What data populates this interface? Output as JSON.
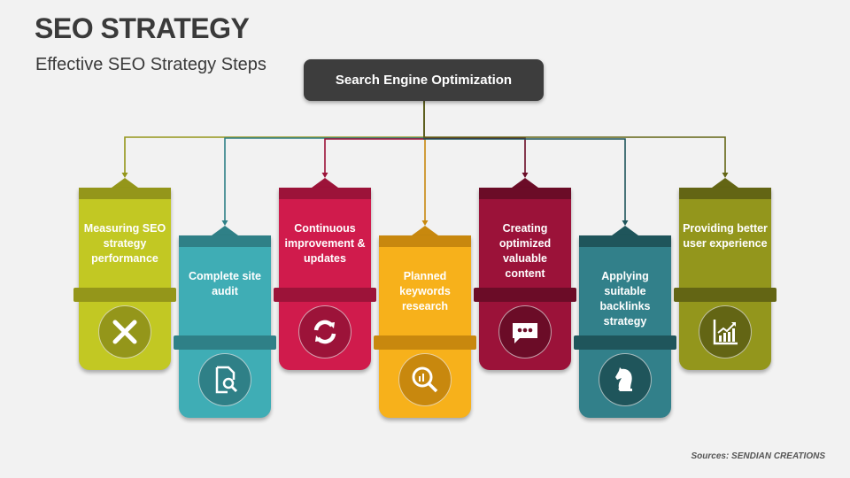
{
  "header": {
    "title": "SEO STRATEGY",
    "subtitle": "Effective SEO Strategy Steps"
  },
  "root": {
    "label": "Search Engine Optimization"
  },
  "steps": [
    {
      "label": "Measuring SEO strategy performance",
      "icon": "ruler-pencil-icon",
      "color": "#c2c823",
      "dark": "#94961a"
    },
    {
      "label": "Complete site audit",
      "icon": "document-search-icon",
      "color": "#3fadb5",
      "dark": "#2f8087"
    },
    {
      "label": "Continuous improvement & updates",
      "icon": "refresh-icon",
      "color": "#d01b4c",
      "dark": "#9c1339"
    },
    {
      "label": "Planned keywords research",
      "icon": "magnifier-chart-icon",
      "color": "#f7b11b",
      "dark": "#c8880e"
    },
    {
      "label": "Creating optimized valuable content",
      "icon": "chat-bubble-icon",
      "color": "#9b1239",
      "dark": "#6b0c27"
    },
    {
      "label": "Applying suitable backlinks strategy",
      "icon": "chess-knight-icon",
      "color": "#32808a",
      "dark": "#1f555b"
    },
    {
      "label": "Providing better user experience",
      "icon": "growth-chart-icon",
      "color": "#93961c",
      "dark": "#636514"
    }
  ],
  "footer": {
    "source": "Sources: SENDIAN CREATIONS"
  }
}
